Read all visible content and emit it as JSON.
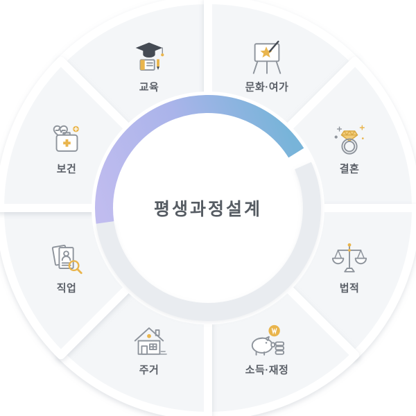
{
  "center": {
    "title": "평생과정설계"
  },
  "wheel": {
    "segment_fill": "#f4f6f8",
    "divider_color": "#ffffff"
  },
  "ring": {
    "track_color": "#e9ecf0",
    "gradient": {
      "start": "#c0bcef",
      "mid": "#aab4ea",
      "end": "#78b4d9"
    }
  },
  "palette": {
    "accent_gold": "#e9b54d",
    "icon_line_gray": "#8e949c",
    "icon_dark": "#454b54",
    "label_color": "#5b6068",
    "title_color": "#565c63"
  },
  "segments": [
    {
      "id": "education",
      "label": "교육",
      "icon": "graduation-cap-icon"
    },
    {
      "id": "culture-leisure",
      "label": "문화·여가",
      "icon": "art-easel-icon"
    },
    {
      "id": "marriage",
      "label": "결혼",
      "icon": "wedding-ring-icon"
    },
    {
      "id": "legal",
      "label": "법적",
      "icon": "scales-icon"
    },
    {
      "id": "income-finance",
      "label": "소득·재정",
      "icon": "piggy-bank-icon"
    },
    {
      "id": "housing",
      "label": "주거",
      "icon": "house-icon"
    },
    {
      "id": "job",
      "label": "직업",
      "icon": "job-search-icon"
    },
    {
      "id": "health",
      "label": "보건",
      "icon": "first-aid-kit-icon"
    }
  ]
}
